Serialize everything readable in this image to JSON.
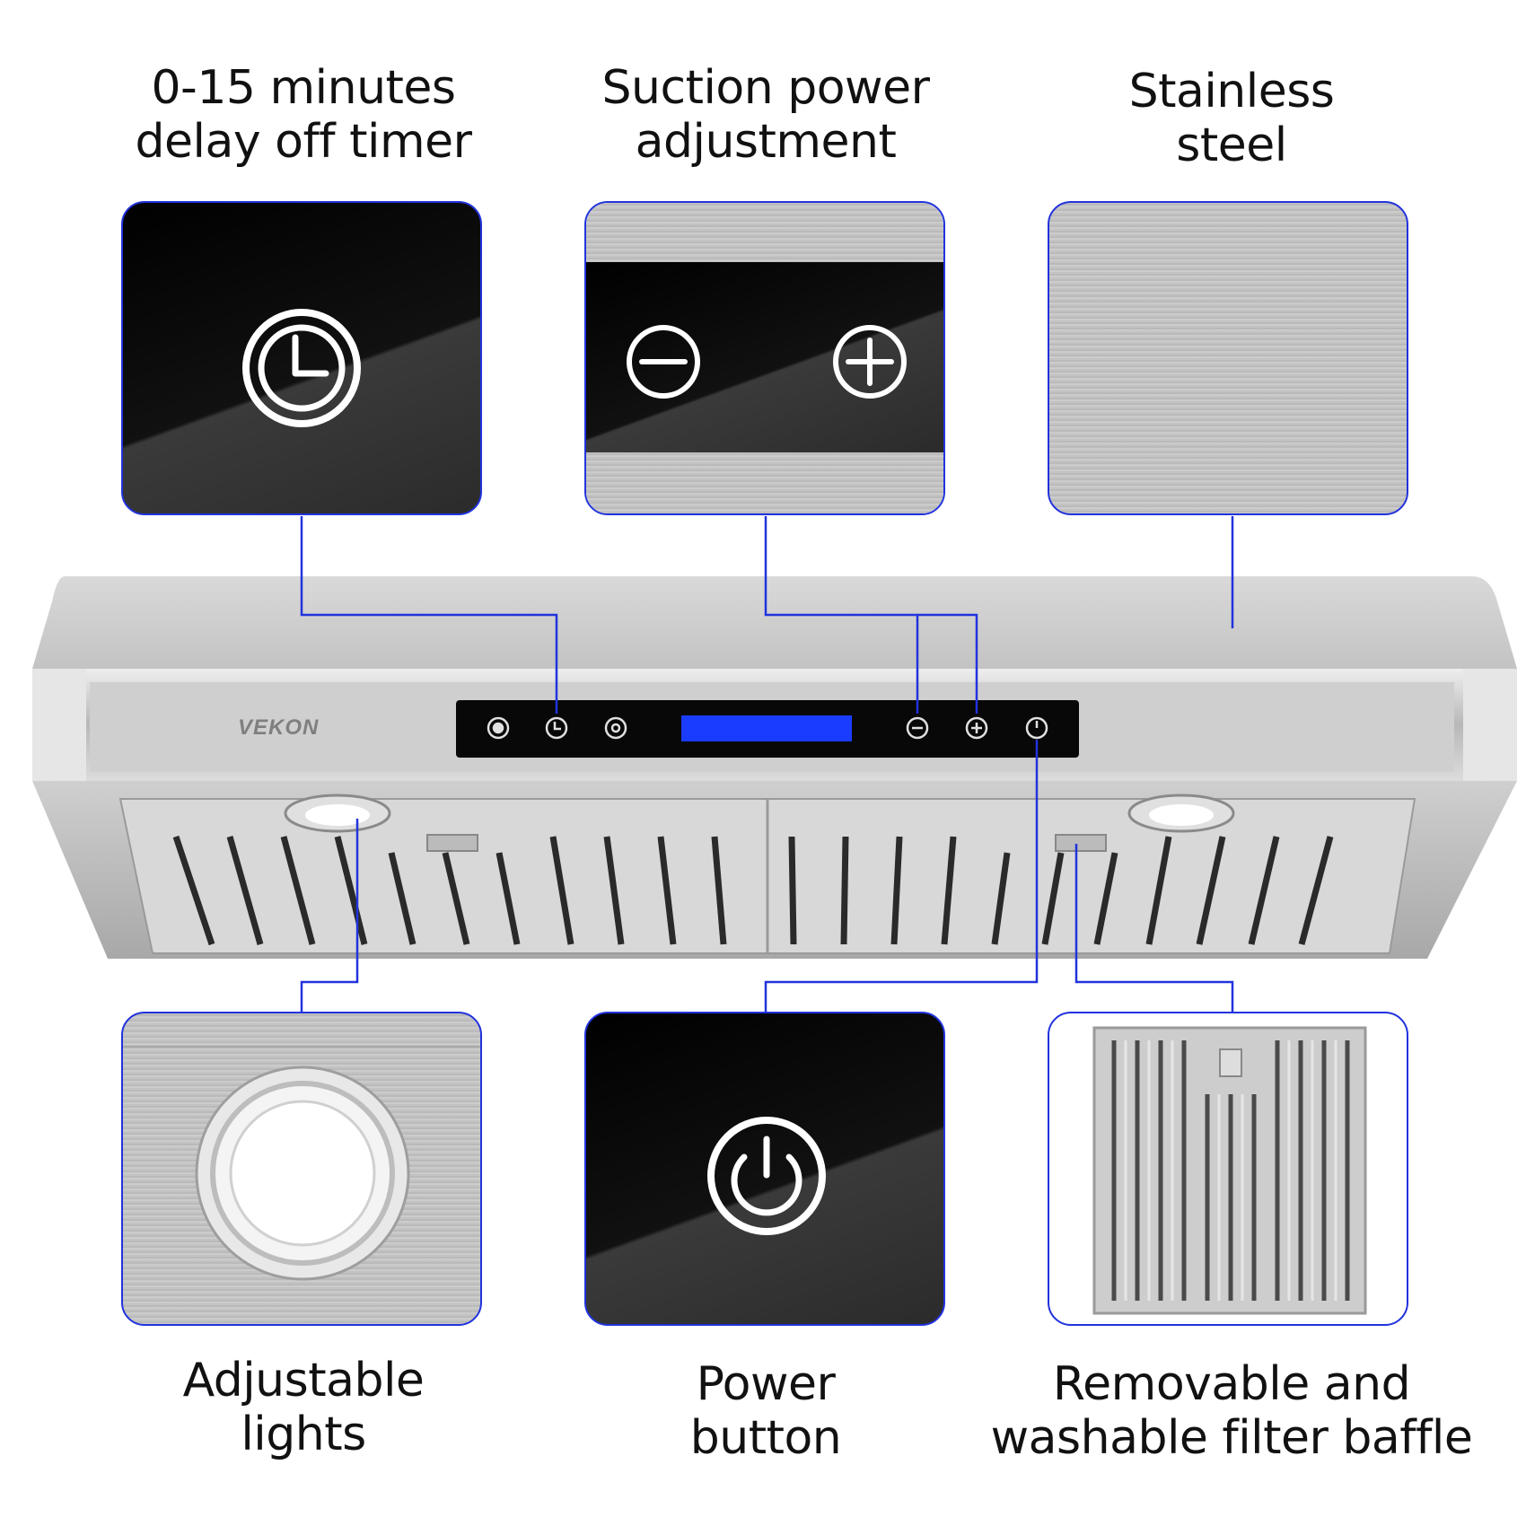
{
  "captions": {
    "timer": [
      "0-15 minutes",
      "delay off timer"
    ],
    "suction": [
      "Suction power",
      "adjustment"
    ],
    "steel": [
      "Stainless",
      "steel"
    ],
    "lights": [
      "Adjustable",
      "lights"
    ],
    "power": [
      "Power",
      "button"
    ],
    "filter": [
      "Removable and",
      "washable filter baffle"
    ]
  },
  "hood": {
    "brand": "VEKON"
  },
  "icons": [
    "clock-icon",
    "minus-icon",
    "plus-icon",
    "power-icon",
    "light-icon",
    "fan-icon",
    "filter-baffle-icon"
  ],
  "colors": {
    "accent": "#2233dd",
    "display": "#1a3cff",
    "glass": "#000000",
    "steel": "#c4c4c4"
  }
}
